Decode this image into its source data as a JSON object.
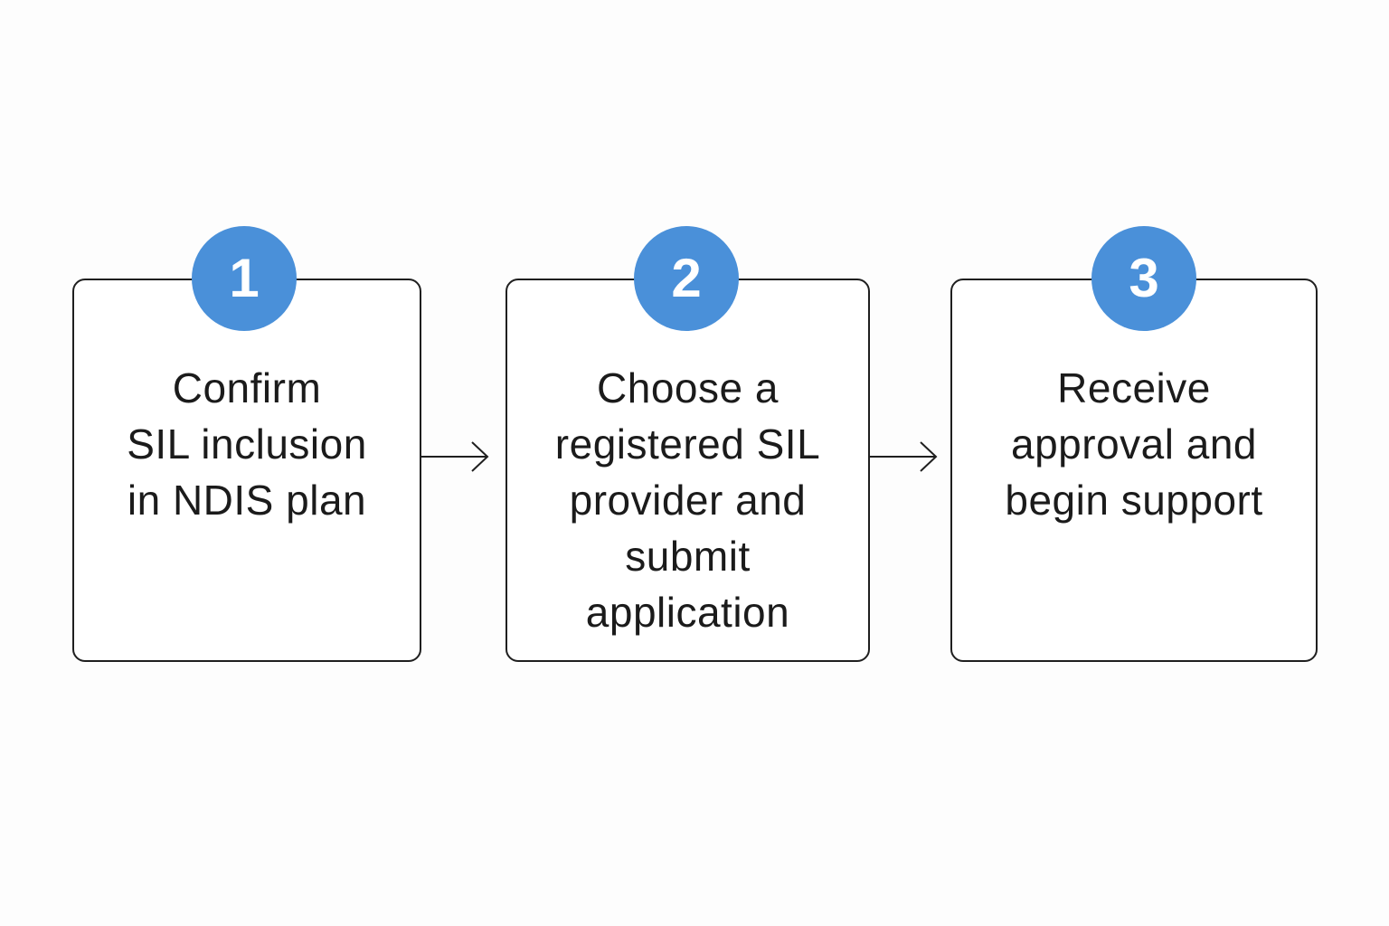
{
  "steps": [
    {
      "number": "1",
      "lines": [
        "Confirm",
        "SIL inclusion",
        "in NDIS plan"
      ]
    },
    {
      "number": "2",
      "lines": [
        "Choose a",
        "registered SIL",
        "provider and",
        "submit",
        "application"
      ]
    },
    {
      "number": "3",
      "lines": [
        "Receive",
        "approval and",
        "begin support"
      ]
    }
  ],
  "colors": {
    "badge": "#4a90d9",
    "badge_text": "#ffffff",
    "border": "#1f1f1f",
    "text": "#1b1b1b",
    "background": "#fdfdfd"
  },
  "icons": {
    "connector": "arrow-right-icon"
  }
}
